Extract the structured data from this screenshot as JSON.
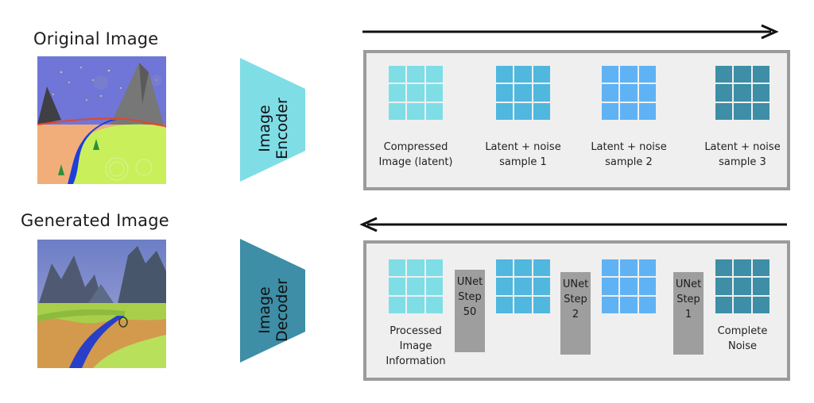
{
  "colors": {
    "latent_light": "#7fdde6",
    "latent_mid": "#50b7de",
    "latent_blue": "#5fb2f4",
    "latent_dark": "#3d8ea6",
    "encoder": "#7fdde6",
    "decoder": "#3d8ea6",
    "panel_bg": "#efefef",
    "panel_border": "#9b9b9b",
    "unet": "#9e9e9e"
  },
  "top": {
    "title": "Original Image",
    "encoder_label": [
      "Image",
      "Encoder"
    ],
    "grids": [
      {
        "caption": [
          "Compressed",
          "Image (latent)"
        ],
        "color": "latent_light"
      },
      {
        "caption": [
          "Latent + noise",
          "sample 1"
        ],
        "color": "latent_mid"
      },
      {
        "caption": [
          "Latent + noise",
          "sample 2"
        ],
        "color": "latent_blue"
      },
      {
        "caption": [
          "Latent + noise",
          "sample 3"
        ],
        "color": "latent_dark"
      }
    ]
  },
  "bottom": {
    "title": "Generated Image",
    "decoder_label": [
      "Image",
      "Decoder"
    ],
    "grids": [
      {
        "caption": [
          "Processed",
          "Image",
          "Information"
        ],
        "color": "latent_light"
      },
      {
        "caption": [],
        "color": "latent_mid"
      },
      {
        "caption": [],
        "color": "latent_blue"
      },
      {
        "caption": [
          "Complete",
          "Noise"
        ],
        "color": "latent_dark"
      }
    ],
    "unet_steps": [
      [
        "UNet",
        "Step",
        "50"
      ],
      [
        "UNet",
        "Step",
        "2"
      ],
      [
        "UNet",
        "Step",
        "1"
      ]
    ]
  }
}
